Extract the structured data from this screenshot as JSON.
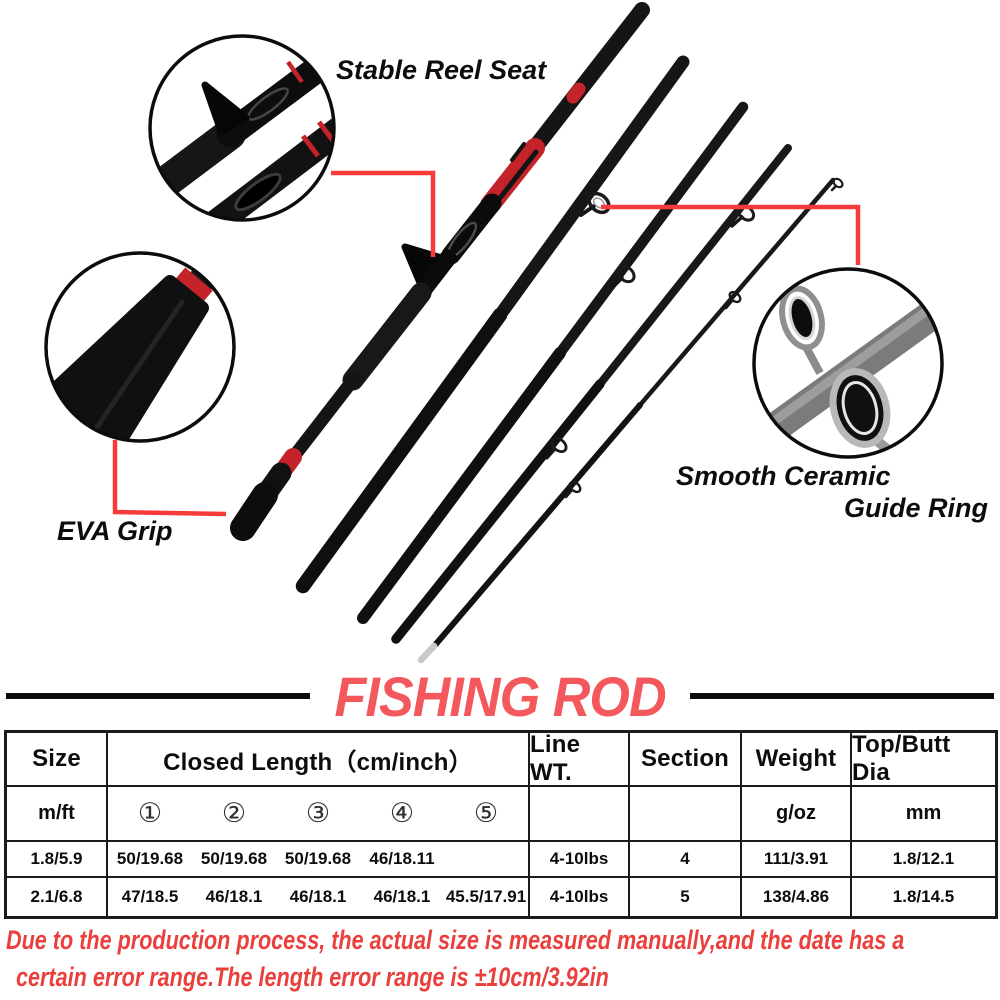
{
  "colors": {
    "title_red": "#f3585c",
    "disclaimer_red": "#e9403d",
    "callout_red": "#f73b3b",
    "accent_red": "#c4232a"
  },
  "title": "FISHING ROD",
  "annotations": {
    "reel_seat": "Stable Reel Seat",
    "eva_grip": "EVA Grip",
    "guide_ring_line1": "Smooth Ceramic",
    "guide_ring_line2": "Guide Ring"
  },
  "table": {
    "col_headers": [
      "Size",
      "Closed Length（cm/inch）",
      "Line WT.",
      "Section",
      "Weight",
      "Top/Butt Dia"
    ],
    "units": {
      "size": "m/ft",
      "closed": [
        "①",
        "②",
        "③",
        "④",
        "⑤"
      ],
      "line_wt": "",
      "section": "",
      "weight": "g/oz",
      "top_butt": "mm"
    },
    "rows": [
      {
        "size": "1.8/5.9",
        "closed": [
          "50/19.68",
          "50/19.68",
          "50/19.68",
          "46/18.11",
          ""
        ],
        "line_wt": "4-10lbs",
        "section": "4",
        "weight": "111/3.91",
        "top_butt": "1.8/12.1"
      },
      {
        "size": "2.1/6.8",
        "closed": [
          "47/18.5",
          "46/18.1",
          "46/18.1",
          "46/18.1",
          "45.5/17.91"
        ],
        "line_wt": "4-10lbs",
        "section": "5",
        "weight": "138/4.86",
        "top_butt": "1.8/14.5"
      }
    ]
  },
  "disclaimer": {
    "line1": "Due to the production process, the actual size is measured manually,and the date has a",
    "line2": "certain error range.The length error range is ±10cm/3.92in"
  }
}
